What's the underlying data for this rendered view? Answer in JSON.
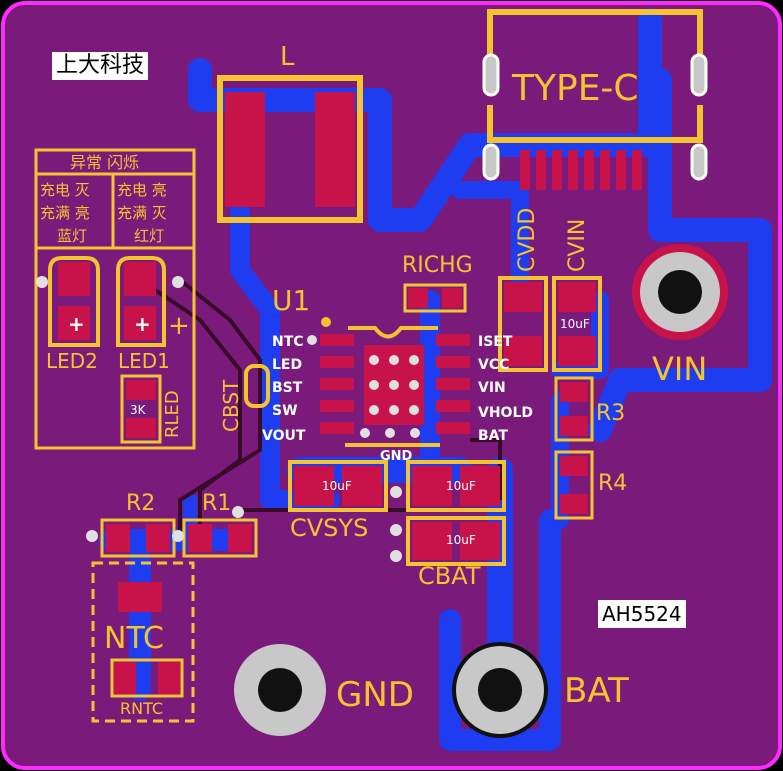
{
  "board": {
    "brand_label": "上大科技",
    "chip_label": "AH5524",
    "colors": {
      "board": "#7a1a7a",
      "outline": "#ff2aff",
      "copper": "#1f3df0",
      "pad": "#c8134a",
      "silk": "#f4c430",
      "white_silk": "#ffffff"
    }
  },
  "legend_table": {
    "header": "异常 闪烁",
    "row1_left": "充电 灭",
    "row1_right": "充电 亮",
    "row2_left": "充满 亮",
    "row2_right": "充满 灭",
    "row3_left": "蓝灯",
    "row3_right": "红灯"
  },
  "components": {
    "inductor": "L",
    "usb": "TYPE-C",
    "cvdd": "CVDD",
    "cvin": "CVIN",
    "cvin_value": "10uF",
    "vin": "VIN",
    "richg": "RICHG",
    "u1": "U1",
    "cbst": "CBST",
    "led1": "LED1",
    "led2": "LED2",
    "rled": "RLED",
    "rled_value": "3K",
    "r1": "R1",
    "r2": "R2",
    "r3": "R3",
    "r4": "R4",
    "ntc": "NTC",
    "rntc": "RNTC",
    "cvsys": "CVSYS",
    "cvsys_value1": "10uF",
    "cvsys_value2": "10uF",
    "cbat": "CBAT",
    "cbat_value": "10uF",
    "gnd_pad": "GND",
    "bat_pad": "BAT",
    "gnd_small": "GND",
    "plus_sign": "+"
  },
  "pins_left": [
    "NTC",
    "LED",
    "BST",
    "SW",
    "VOUT"
  ],
  "pins_right": [
    "ISET",
    "VCC",
    "VIN",
    "VHOLD",
    "BAT"
  ]
}
